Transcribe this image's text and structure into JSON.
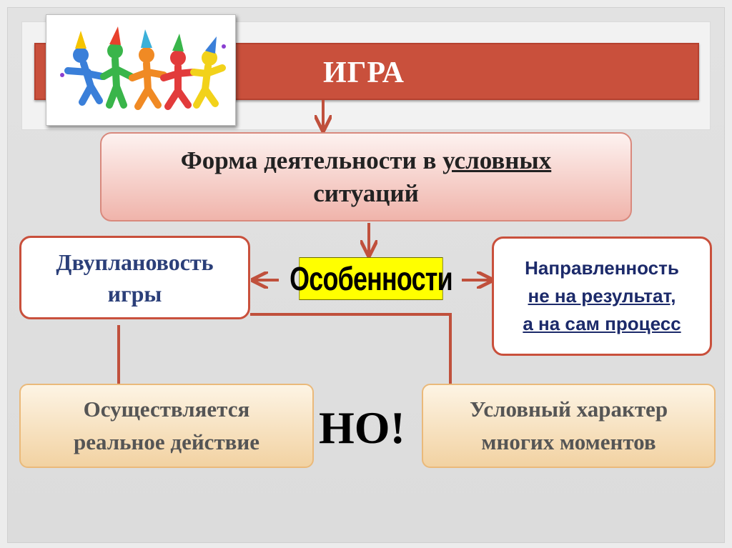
{
  "title": "ИГРА",
  "definition": {
    "line1_plain": "Форма деятельности в ",
    "line1_underlined": "условных",
    "line2": "ситуаций"
  },
  "features_label": "Особенности",
  "duality": {
    "line1": "Двуплановость",
    "line2": "игры"
  },
  "direction": {
    "line1": "Направленность",
    "line2": "не на результат,",
    "line3": "а на сам процесс"
  },
  "real_action": {
    "line1": "Осуществляется",
    "line2": "реальное действие"
  },
  "but": "НО!",
  "conditional": {
    "line1": "Условный характер",
    "line2": "многих моментов"
  },
  "colors": {
    "title_bar": "#c9503c",
    "connector": "#c0503c",
    "features_fill": "#ffff00",
    "blue_text": "#2b3f79"
  },
  "icons": {
    "picture": "party-people-clipart"
  }
}
